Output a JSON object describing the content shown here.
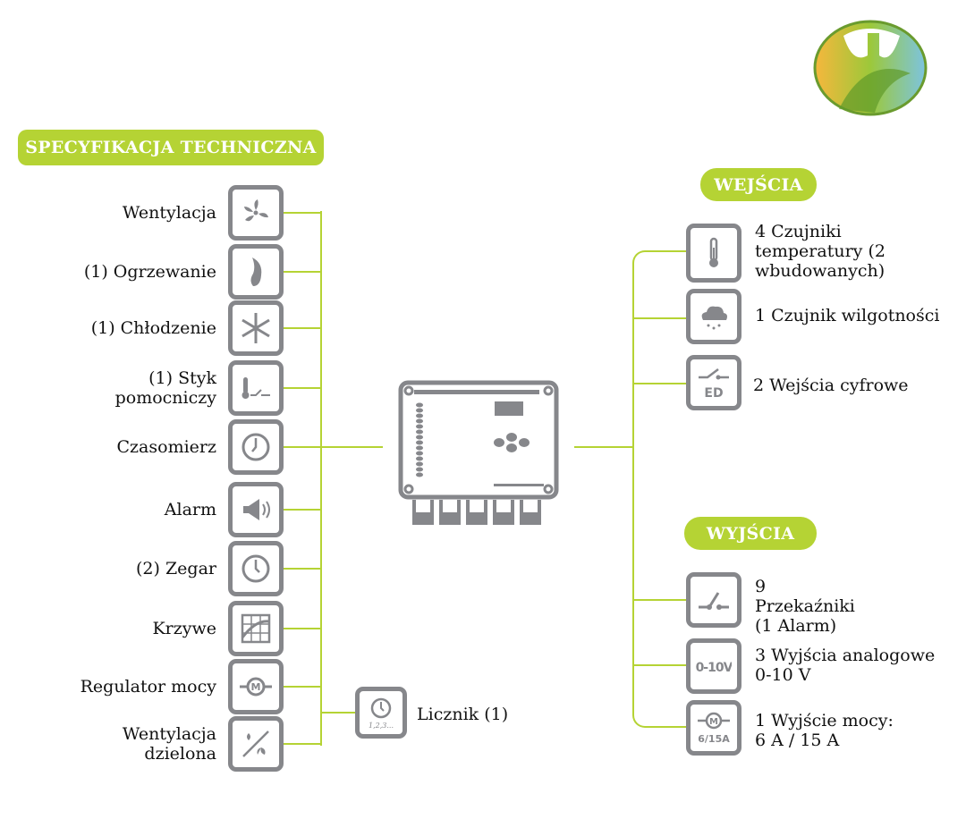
{
  "title": "SPECYFIKACJA TECHNICZNA",
  "left_items": [
    {
      "label": "Wentylacja",
      "icon": "fan-icon"
    },
    {
      "label": "(1) Ogrzewanie",
      "icon": "flame-icon"
    },
    {
      "label": "(1) Chłodzenie",
      "icon": "snowflake-icon"
    },
    {
      "label": "(1) Styk pomocniczy",
      "icon": "thermo-contact-icon"
    },
    {
      "label": "Czasomierz",
      "icon": "timer-icon"
    },
    {
      "label": "Alarm",
      "icon": "megaphone-icon"
    },
    {
      "label": "(2) Zegar",
      "icon": "clock-icon"
    },
    {
      "label": "Krzywe",
      "icon": "curves-icon"
    },
    {
      "label": "Regulator mocy",
      "icon": "motor-icon"
    },
    {
      "label": "Wentylacja dzielona",
      "icon": "split-fan-icon"
    }
  ],
  "counter": {
    "label": "Licznik (1)",
    "icon_text": "1,2,3..."
  },
  "inputs": {
    "heading": "WEJŚCIA",
    "items": [
      {
        "label": "4 Czujniki temperatury (2 wbudowanych)"
      },
      {
        "label": "1 Czujnik wilgotności"
      },
      {
        "label": "2 Wejścia cyfrowe",
        "icon_text": "ED"
      }
    ]
  },
  "outputs": {
    "heading": "WYJŚCIA",
    "items": [
      {
        "label": "9 Przekaźniki (1 Alarm)"
      },
      {
        "label": "3 Wyjścia analogowe 0-10 V",
        "icon_text": "0-10V"
      },
      {
        "label": "1 Wyjście mocy: 6 A / 15 A",
        "icon_text": "6/15A",
        "motor_text": "M"
      }
    ]
  },
  "motor_text": "M",
  "colors": {
    "accent": "#b5d334",
    "icon": "#86878b"
  }
}
